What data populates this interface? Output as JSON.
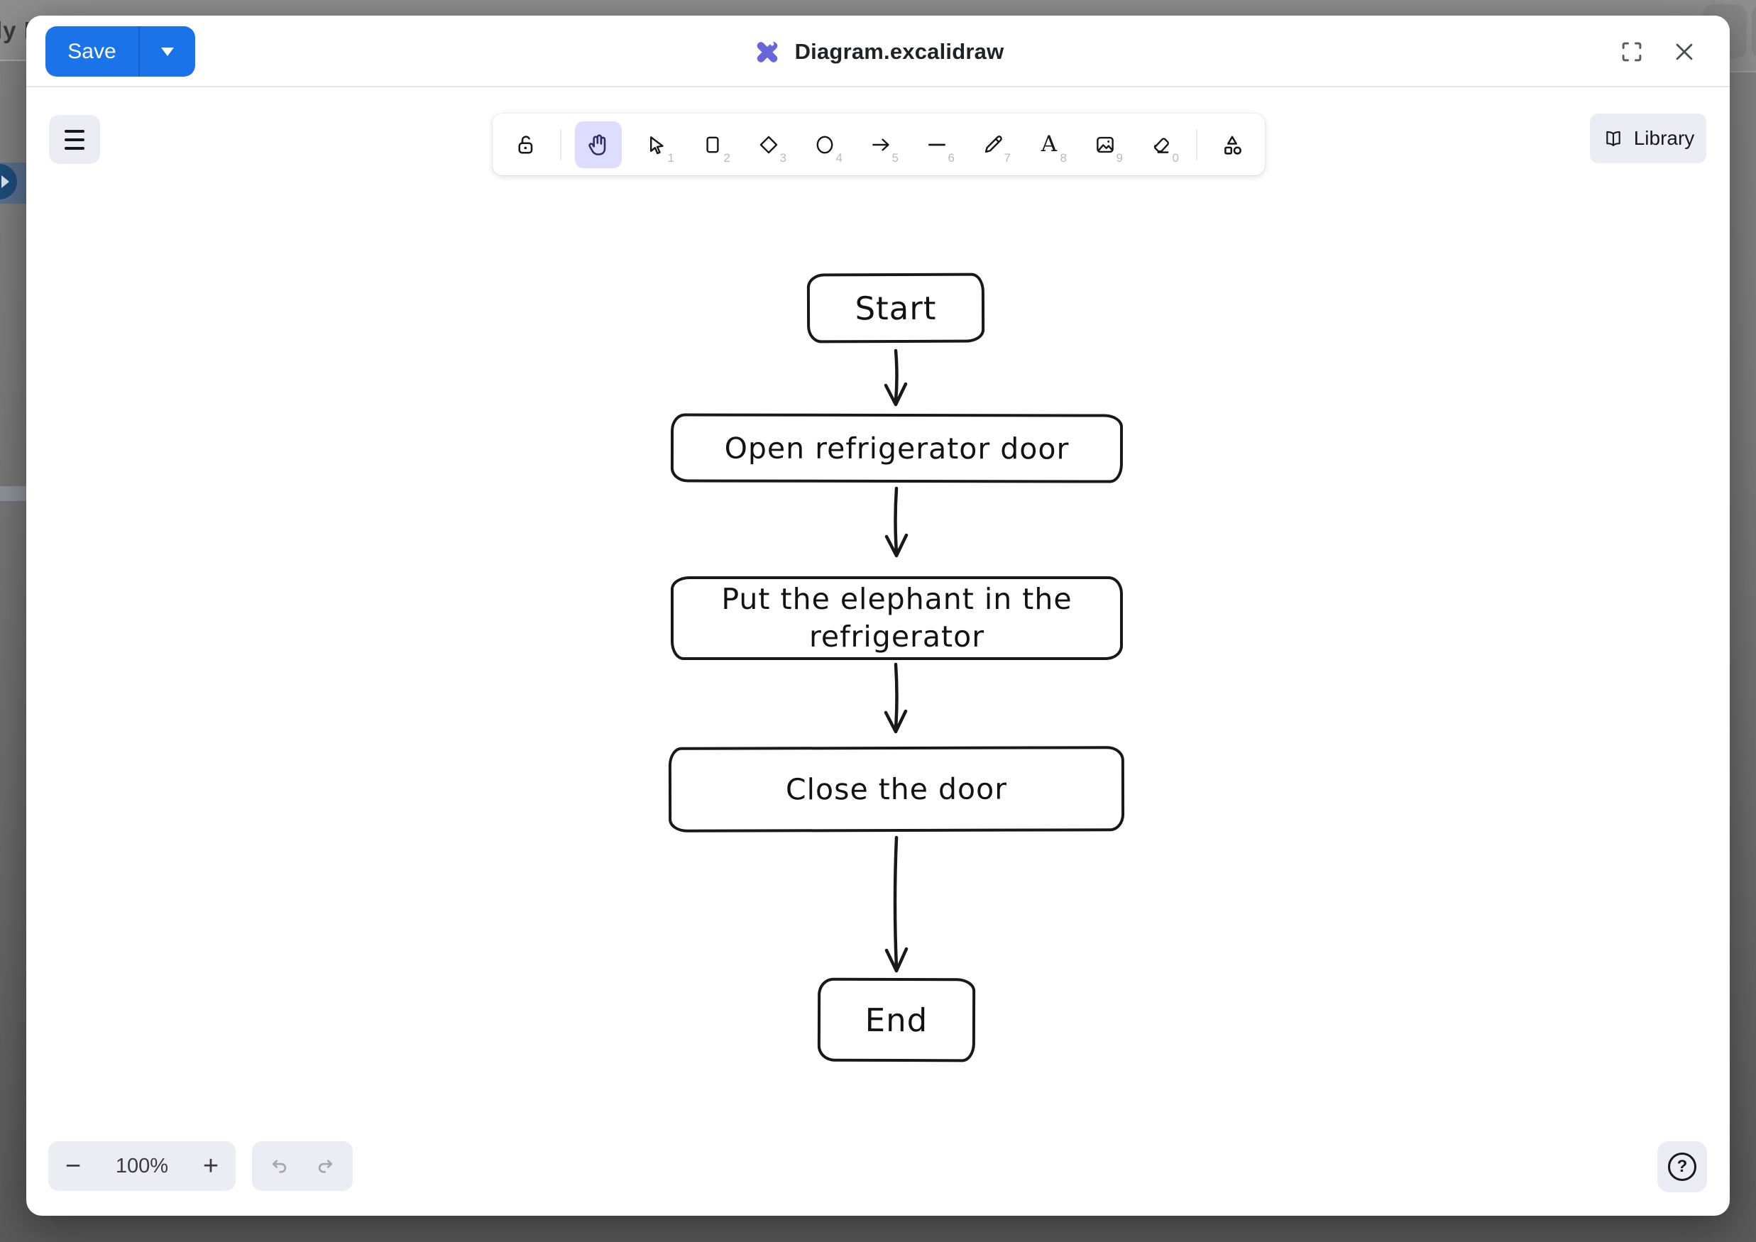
{
  "background": {
    "partial_text": "ly F"
  },
  "header": {
    "save_label": "Save",
    "title": "Diagram.excalidraw"
  },
  "toolbar": {
    "library_label": "Library",
    "tools": [
      {
        "name": "lock",
        "key": ""
      },
      {
        "name": "hand",
        "key": "",
        "selected": true
      },
      {
        "name": "selection",
        "key": "1"
      },
      {
        "name": "rectangle",
        "key": "2"
      },
      {
        "name": "diamond",
        "key": "3"
      },
      {
        "name": "ellipse",
        "key": "4"
      },
      {
        "name": "arrow",
        "key": "5"
      },
      {
        "name": "line",
        "key": "6"
      },
      {
        "name": "draw",
        "key": "7"
      },
      {
        "name": "text",
        "key": "8"
      },
      {
        "name": "image",
        "key": "9"
      },
      {
        "name": "eraser",
        "key": "0"
      },
      {
        "name": "extra-shapes",
        "key": ""
      }
    ]
  },
  "diagram": {
    "type": "flowchart",
    "nodes": [
      {
        "id": "start",
        "label": "Start"
      },
      {
        "id": "open",
        "label": "Open refrigerator door"
      },
      {
        "id": "put",
        "label": "Put the elephant in the refrigerator"
      },
      {
        "id": "close",
        "label": "Close the door"
      },
      {
        "id": "end",
        "label": "End"
      }
    ],
    "edges": [
      {
        "from": "start",
        "to": "open"
      },
      {
        "from": "open",
        "to": "put"
      },
      {
        "from": "put",
        "to": "close"
      },
      {
        "from": "close",
        "to": "end"
      }
    ]
  },
  "footer": {
    "zoom_out": "−",
    "zoom_level": "100%",
    "zoom_in": "+",
    "help_label": "?"
  },
  "colors": {
    "accent_blue": "#1a73e8",
    "selected_tool_bg": "#deddff",
    "island_bg": "#ececf4",
    "ink": "#17171c",
    "logo_purple": "#6965db",
    "canvas": "#ffffff"
  }
}
